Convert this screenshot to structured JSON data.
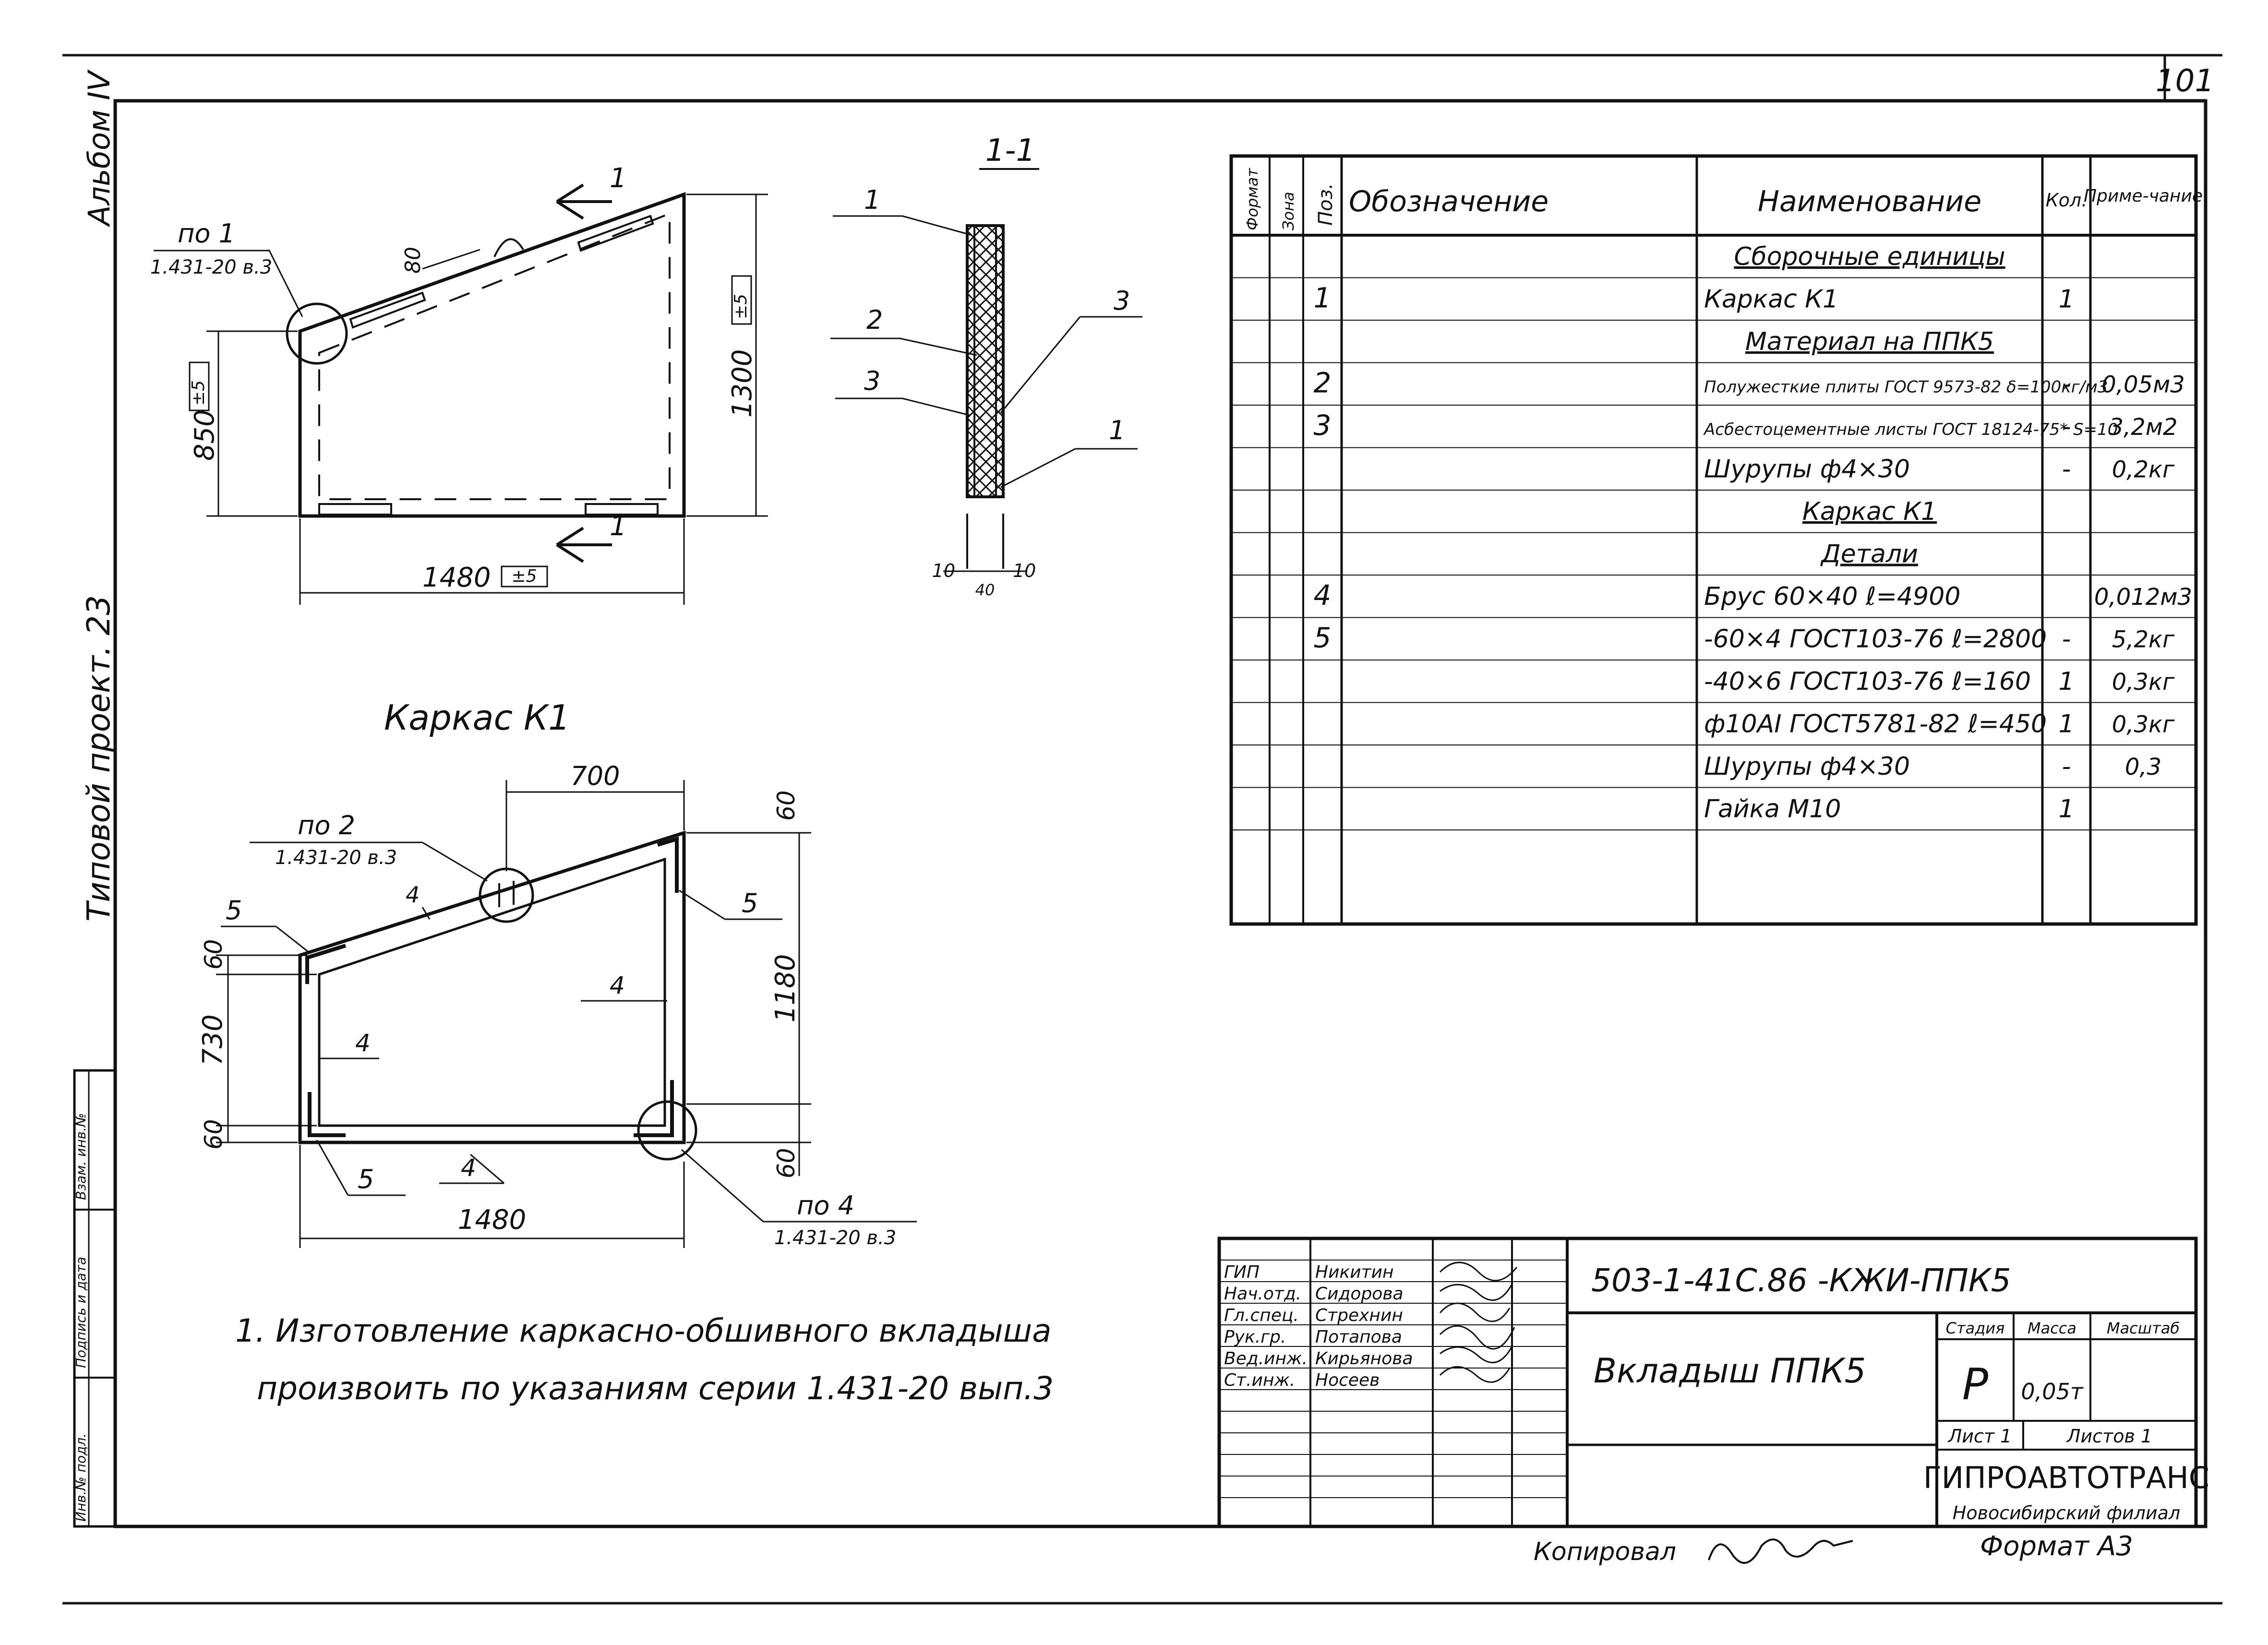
{
  "sheet_number": "101",
  "left_margin": {
    "album": "Альбом IV",
    "project": "Типовой проект. 23",
    "stamp_cells": [
      "Инв.№ подл.",
      "Подпись и дата",
      "Взам. инв.№"
    ]
  },
  "top_view": {
    "callout_ref": "по 1",
    "callout_series": "1.431-20 в.3",
    "section_mark": "1",
    "dim_80": "80",
    "dim_1300": "1300",
    "dim_850": "850",
    "dim_1480": "1480",
    "tol": "±5"
  },
  "section": {
    "title": "1-1",
    "labels": [
      "1",
      "2",
      "3",
      "3",
      "1"
    ],
    "dim_10a": "10",
    "dim_10b": "10",
    "dim_40": "40"
  },
  "frame": {
    "title": "Каркас К1",
    "dim_700": "700",
    "dim_60_right_top": "60",
    "dim_1180": "1180",
    "dim_60_right_bottom": "60",
    "dim_60_left_top": "60",
    "dim_730": "730",
    "dim_60_left_bottom": "60",
    "dim_1480": "1480",
    "callout_2_ref": "по 2",
    "callout_2_series": "1.431-20 в.3",
    "callout_4_ref": "по 4",
    "callout_4_series": "1.431-20 в.3",
    "labels": {
      "p4a": "4",
      "p4b": "4",
      "p4c": "4",
      "p4d": "4",
      "p5a": "5",
      "p5b": "5",
      "p5c": "5"
    }
  },
  "note": {
    "line1": "1. Изготовление каркасно-обшивного вкладыша",
    "line2": "произвоить по указаниям серии 1.431-20 вып.3"
  },
  "spec_table": {
    "headers": {
      "format": "Формат",
      "zone": "Зона",
      "pos": "Поз.",
      "designation": "Обозначение",
      "name": "Наименование",
      "qty": "Кол.",
      "note": "Приме-чание"
    },
    "rows": [
      {
        "pos": "",
        "name": "Сборочные единицы",
        "qty": "",
        "note": "",
        "style": "header"
      },
      {
        "pos": "1",
        "name": "Каркас К1",
        "qty": "1",
        "note": ""
      },
      {
        "pos": "",
        "name": "Материал на ППК5",
        "qty": "",
        "note": "",
        "style": "header"
      },
      {
        "pos": "2",
        "name": "Полужесткие плиты ГОСТ 9573-82 δ=100кг/м3",
        "qty": "-",
        "note": "0,05м3"
      },
      {
        "pos": "3",
        "name": "Асбестоцементные листы ГОСТ 18124-75* S=10",
        "qty": "-",
        "note": "3,2м2"
      },
      {
        "pos": "",
        "name": "Шурупы ф4×30",
        "qty": "-",
        "note": "0,2кг"
      },
      {
        "pos": "",
        "name": "Каркас К1",
        "qty": "",
        "note": "",
        "style": "header"
      },
      {
        "pos": "",
        "name": "Детали",
        "qty": "",
        "note": "",
        "style": "header"
      },
      {
        "pos": "4",
        "name": "Брус 60×40 ℓ=4900",
        "qty": "",
        "note": "0,012м3"
      },
      {
        "pos": "5",
        "name": "-60×4 ГОСТ103-76 ℓ=2800",
        "qty": "-",
        "note": "5,2кг"
      },
      {
        "pos": "",
        "name": "-40×6 ГОСТ103-76 ℓ=160",
        "qty": "1",
        "note": "0,3кг"
      },
      {
        "pos": "",
        "name": "ф10АI ГОСТ5781-82 ℓ=450",
        "qty": "1",
        "note": "0,3кг"
      },
      {
        "pos": "",
        "name": "Шурупы ф4×30",
        "qty": "-",
        "note": "0,3"
      },
      {
        "pos": "",
        "name": "Гайка М10",
        "qty": "1",
        "note": ""
      }
    ]
  },
  "title_block": {
    "people": [
      {
        "role": "ГИП",
        "name": "Никитин"
      },
      {
        "role": "Нач.отд.",
        "name": "Сидорова"
      },
      {
        "role": "Гл.спец.",
        "name": "Стрехнин"
      },
      {
        "role": "Рук.гр.",
        "name": "Потапова"
      },
      {
        "role": "Вед.инж.",
        "name": "Кирьянова"
      },
      {
        "role": "Ст.инж.",
        "name": "Носеев"
      }
    ],
    "code": "503-1-41С.86 -КЖИ-ППК5",
    "drawing_name": "Вкладыш ППК5",
    "stage_header": "Стадия",
    "mass_header": "Масса",
    "scale_header": "Масштаб",
    "stage": "Р",
    "mass": "0,05т",
    "sheet": "Лист 1",
    "sheets": "Листов 1",
    "org": "ГИПРОАВТОТРАНС",
    "branch": "Новосибирский филиал"
  },
  "footer": {
    "copied": "Копировал",
    "format": "Формат А3"
  }
}
